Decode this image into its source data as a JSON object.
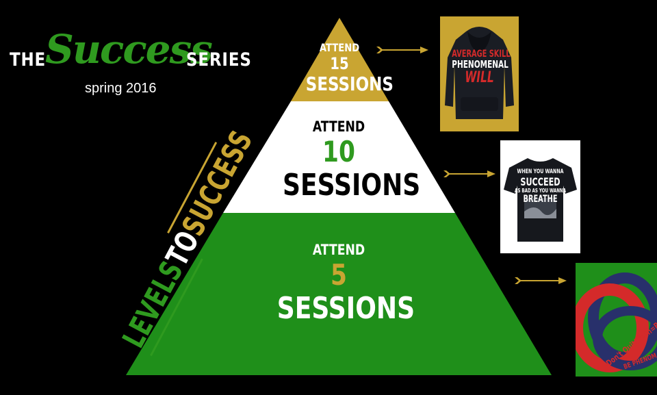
{
  "title": {
    "the": "THE",
    "success": "Success",
    "series": "SERIES",
    "subtitle": "spring 2016"
  },
  "side_text": {
    "levels": "LEVELS",
    "to": "TO",
    "success": "SUCCESS"
  },
  "tiers": [
    {
      "label": "ATTEND",
      "number": "15",
      "unit": "SESSIONS"
    },
    {
      "label": "ATTEND",
      "number": "10",
      "unit": "SESSIONS"
    },
    {
      "label": "ATTEND",
      "number": "5",
      "unit": "SESSIONS"
    }
  ],
  "rewards": {
    "hoodie": {
      "line1": "AVERAGE SKILL",
      "line2": "PHENOMENAL",
      "line3": "WILL"
    },
    "tshirt": {
      "line1": "WHEN YOU WANNA",
      "line2": "SUCCEED",
      "line3": "AS BAD AS YOU WANNA",
      "line4": "BREATHE"
    },
    "wristband": {
      "line1": "Don't Quit! Pain=Reward",
      "line2": "BE PHENOM"
    }
  },
  "colors": {
    "background": "#000000",
    "green": "#2f9a1f",
    "gold": "#c9a532",
    "white": "#ffffff",
    "red": "#d42a2a",
    "navy": "#28306b"
  },
  "icons": [
    "arrow-right-icon",
    "hoodie-icon",
    "tshirt-icon",
    "wristband-icon"
  ]
}
